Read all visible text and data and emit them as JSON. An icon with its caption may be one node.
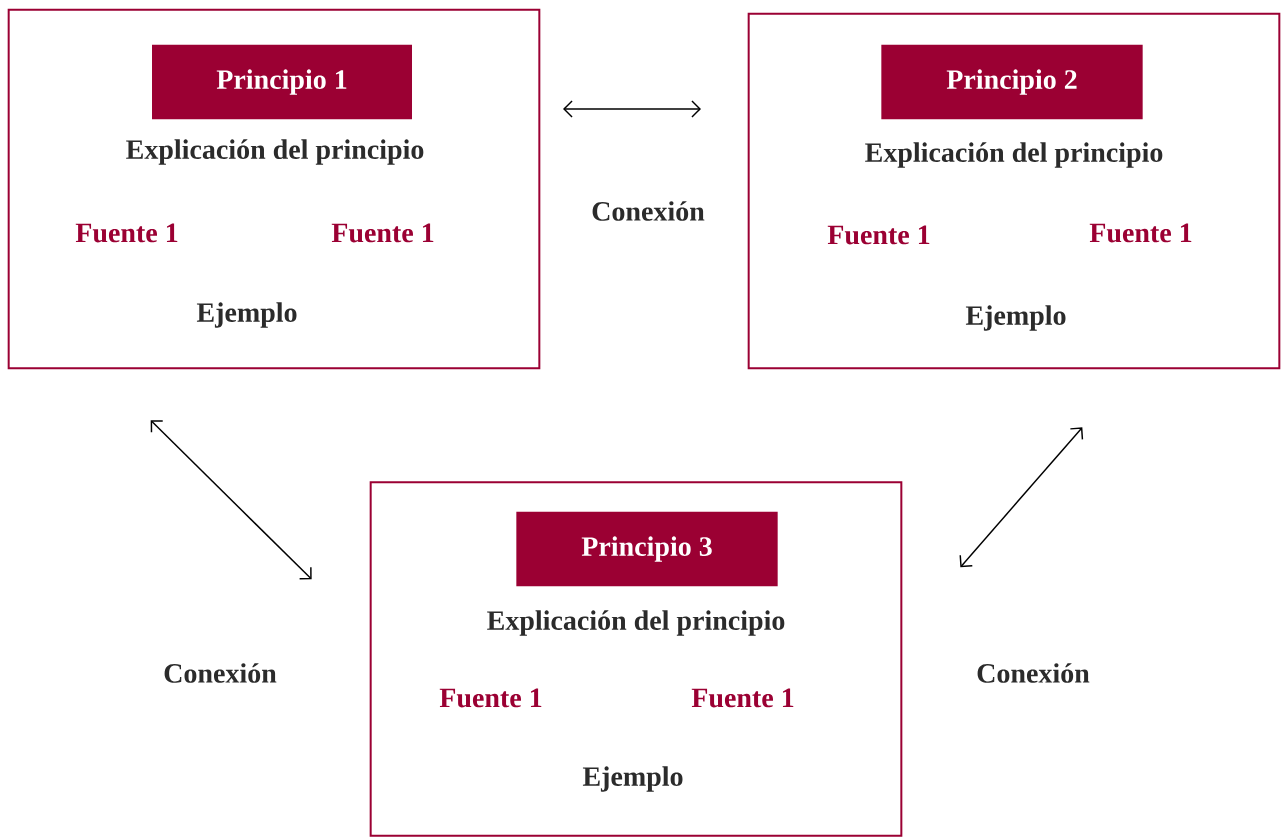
{
  "diagram": {
    "nodes": [
      {
        "text": [
          "Explicación del principio",
          "Fuente 1",
          "Fuente 1",
          "Ejemplo"
        ]
      },
      {
        "text": [
          "Principio 1"
        ],
        "in": 0
      },
      {
        "text": [
          "Explicación del principio",
          "Fuente 1",
          "Fuente 1",
          "Ejemplo"
        ]
      },
      {
        "text": [
          "Principio 2"
        ],
        "in": 2
      },
      {
        "text": [
          "Explicación del principio",
          "Fuente 1",
          "Fuente 1",
          "Ejemplo"
        ]
      },
      {
        "text": [
          "Principio 3"
        ],
        "in": 4
      }
    ],
    "edges": [
      {
        "from": 0,
        "to": 2,
        "arrow": "both",
        "label": "Conexión"
      },
      {
        "from": 0,
        "to": 4,
        "arrow": "both",
        "label": "Conexión"
      },
      {
        "from": 2,
        "to": 4,
        "arrow": "both",
        "label": "Conexión"
      }
    ]
  }
}
